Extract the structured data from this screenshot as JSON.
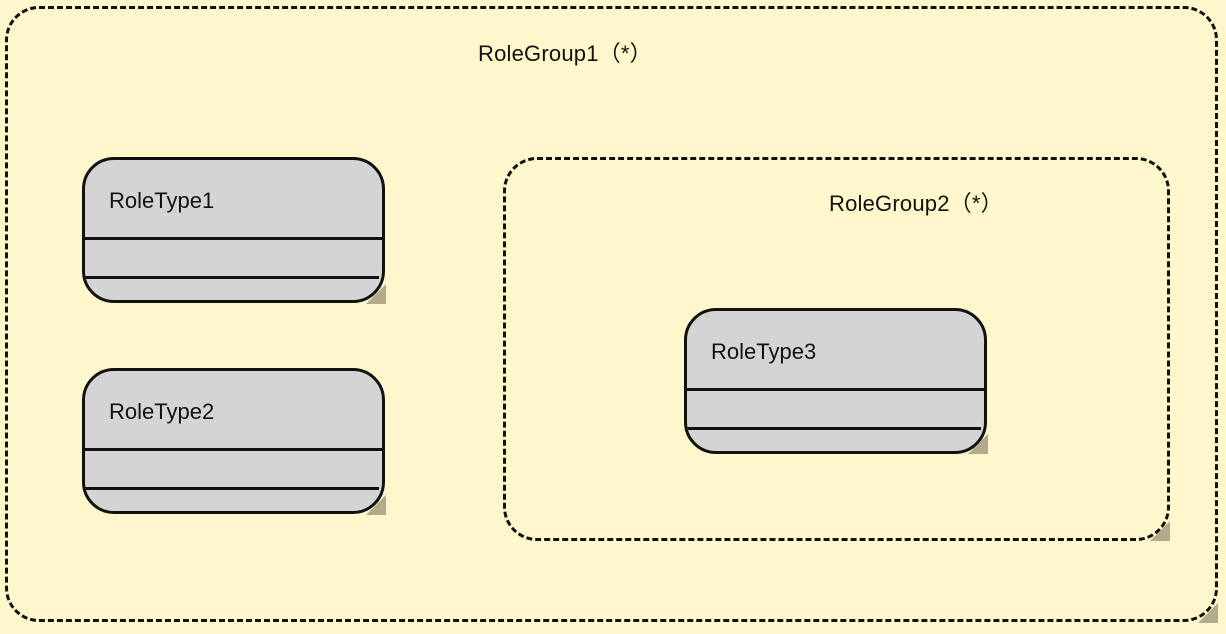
{
  "groups": [
    {
      "title": "RoleGroup1（*）"
    },
    {
      "title": "RoleGroup2（*）"
    }
  ],
  "roles": [
    {
      "name": "RoleType1"
    },
    {
      "name": "RoleType2"
    },
    {
      "name": "RoleType3"
    }
  ],
  "colors": {
    "background": "#fff7cc",
    "role_fill": "#d4d4d4",
    "outline": "#111111",
    "corner_fold": "#b3aa8c"
  }
}
